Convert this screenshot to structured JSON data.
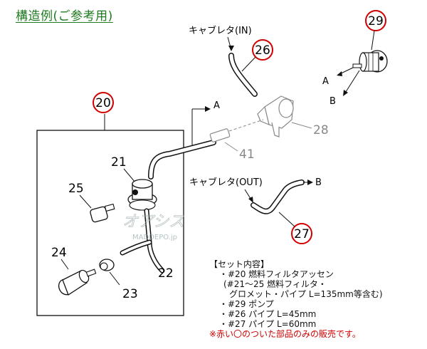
{
  "header": {
    "title": "構造例(ご参考用)"
  },
  "callouts": {
    "c20": "20",
    "c26": "26",
    "c27": "27",
    "c29": "29"
  },
  "labels": {
    "n21": "21",
    "n22": "22",
    "n23": "23",
    "n24": "24",
    "n25": "25",
    "n28": "28",
    "n41": "41",
    "arrow_a_top": "A",
    "arrow_a_pump": "A",
    "arrow_b_pump": "B",
    "arrow_b_out": "B",
    "carb_in": "キャブレタ(IN)",
    "carb_out": "キャブレタ(OUT)"
  },
  "watermark": {
    "text1": "オアシス",
    "text2": "MADDEPO.jp"
  },
  "set_contents": {
    "heading": "【セット内容】",
    "line1": "・#20 燃料フィルタアッセン",
    "line2": "(#21～25 燃料フィルタ・",
    "line3": "グロメット・パイプ L=135mm等含む)",
    "line4": "・#29 ポンプ",
    "line5": "・#26 パイプ L=45mm",
    "line6": "・#27 パイプ L=60mm",
    "note": "※赤い〇のついた部品のみの販売です。"
  },
  "colors": {
    "title": "#1e7a1e",
    "callout_ring": "#d00000",
    "note": "#d00000",
    "grey_part": "#888888"
  }
}
